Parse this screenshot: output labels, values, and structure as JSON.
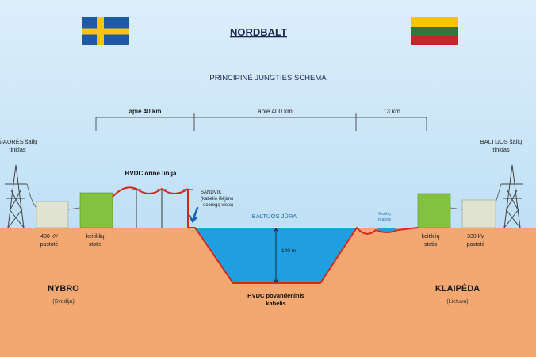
{
  "title": "NORDBALT",
  "subtitle": "PRINCIPINĖ JUNGTIES SCHEMA",
  "colors": {
    "sky_top": "#dceefa",
    "sky_bottom": "#bfe0f6",
    "ground": "#f2a870",
    "sea": "#1f9ee0",
    "cable": "#d42a1c",
    "converter": "#82c23e",
    "substation": "#e0e2d2"
  },
  "flags": {
    "sweden": {
      "blue": "#1f5aa6",
      "yellow": "#f4c515"
    },
    "lithuania": {
      "yellow": "#f8c400",
      "green": "#2b7a3c",
      "red": "#c1272d"
    }
  },
  "distances": [
    {
      "label": "apie 40 km"
    },
    {
      "label": "apie 400 km"
    },
    {
      "label": "13 km"
    }
  ],
  "left": {
    "grid_label": [
      "ŠIAURĖS šalių",
      "tinklas"
    ],
    "substation_label": [
      "400 kV",
      "pastotė"
    ],
    "converter_label": [
      "keitiklių",
      "stotis"
    ],
    "overhead_line_label": "HVDC orinė linija",
    "landing_label": [
      "SANDVIK",
      "(kabelio išėjimo",
      "į ecorogą vieta)"
    ],
    "city": "NYBRO",
    "country": "(Švedija)"
  },
  "sea": {
    "name": "BALTIJOS JŪRA",
    "depth": "140 m"
  },
  "right": {
    "grid_label": [
      "BALTIJOS šalių",
      "tinklas"
    ],
    "substation_label": [
      "330 kV",
      "pastotė"
    ],
    "converter_label": [
      "keitiklių",
      "stotis"
    ],
    "lagoon_label": [
      "Kuršių",
      "marios"
    ],
    "city": "KLAIPĖDA",
    "country": "(Lietuva)"
  },
  "cable_label": [
    "HVDC povandeninis",
    "kabelis"
  ]
}
